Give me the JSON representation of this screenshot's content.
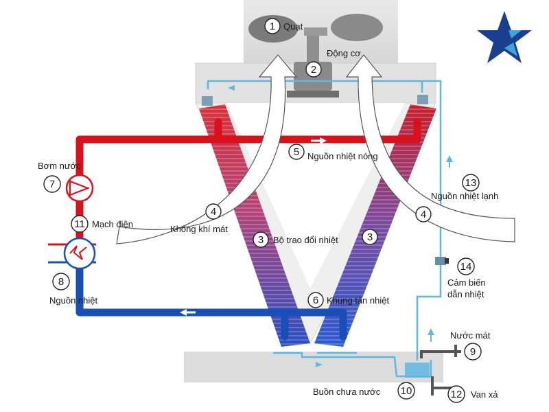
{
  "diagram": {
    "labels": {
      "fan": "Quạt",
      "motor": "Động cơ",
      "heat_exchanger": "Bộ trao đổi nhiệt",
      "cool_air_left": "Không khí mát",
      "hot_source": "Nguồn nhiệt nóng",
      "cold_source": "Nguồn nhiệt lạnh",
      "pump": "Bơm nước",
      "circuit": "Mạch điện",
      "heat_source": "Nguồn nhiệt",
      "radiator_frame": "Khung tản nhiệt",
      "sensor_line1": "Cảm biến",
      "sensor_line2": "dẫn nhiệt",
      "cool_water": "Nước mát",
      "basin": "Buồn chưa nước",
      "drain_valve": "Van xả"
    },
    "numbers": {
      "n1": "1",
      "n2": "2",
      "n3a": "3",
      "n3b": "3",
      "n4a": "4",
      "n4b": "4",
      "n5": "5",
      "n6": "6",
      "n7": "7",
      "n8": "8",
      "n9": "9",
      "n10": "10",
      "n11": "11",
      "n12": "12",
      "n13": "13",
      "n14": "14"
    }
  },
  "colors": {
    "hot_pipe": "#d8111c",
    "cold_pipe": "#1a4fb8",
    "water_line": "#5fb8e0",
    "housing": "#dedede",
    "logo_navy": "#1b3f8f",
    "logo_light": "#3fa4dc"
  }
}
